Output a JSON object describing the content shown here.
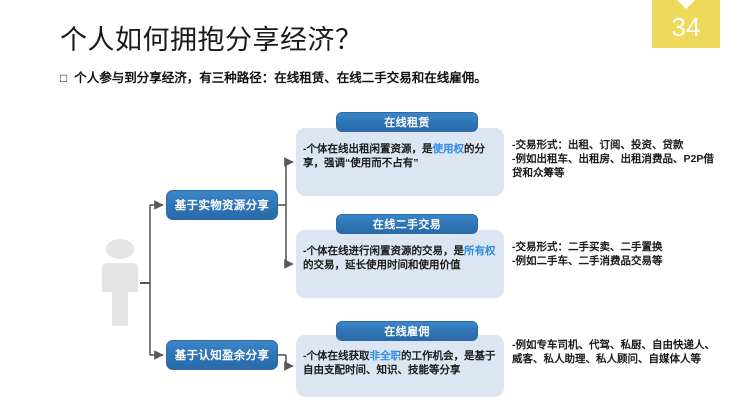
{
  "slide": {
    "page_number": "34",
    "title": "个人如何拥抱分享经济？",
    "subtitle_bullet": "□",
    "subtitle": "个人参与到分享经济，有三种路径：在线租赁、在线二手交易和在线雇佣。"
  },
  "colors": {
    "badge": "#EDDA5B",
    "box_blue": "#2E74B5",
    "panel_bg": "#DCE6F3",
    "highlight": "#2E8BE0",
    "person": "#E4E4E4",
    "connector": "#595959"
  },
  "actor": {
    "icon": "person-icon"
  },
  "branches": [
    {
      "label": "基于实物资源分享"
    },
    {
      "label": "基于认知盈余分享"
    }
  ],
  "paths": [
    {
      "header": "在线租赁",
      "body_pre": "-个体在线出租闲置资源，是",
      "body_highlight": "使用权",
      "body_post": "的分享，强调“使用而不占有”",
      "notes": [
        "-交易形式：出租、订阅、投资、贷款",
        "-例如出租车、出租房、出租消费品、P2P借贷和众筹等"
      ]
    },
    {
      "header": "在线二手交易",
      "body_pre": "-个体在线进行闲置资源的交易，是",
      "body_highlight": "所有权",
      "body_post": "的交易，延长使用时间和使用价值",
      "notes": [
        "-交易形式：二手买卖、二手置换",
        "-例如二手车、二手消费品交易等"
      ]
    },
    {
      "header": "在线雇佣",
      "body_pre": "-个体在线获取",
      "body_highlight": "非全职",
      "body_post": "的工作机会，是基于自由支配时间、知识、技能等分享",
      "notes": [
        "-例如专车司机、代驾、私厨、自由快递人、威客、私人助理、私人顾问、自媒体人等"
      ]
    }
  ]
}
